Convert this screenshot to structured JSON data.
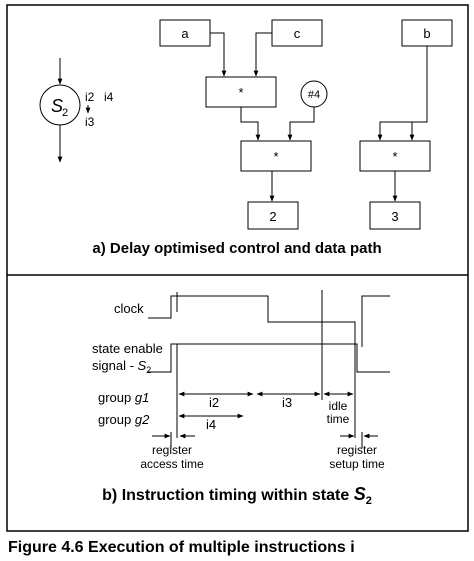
{
  "state_symbol": {
    "name": "S",
    "subscript": "2",
    "out_left": "i2",
    "out_right": "i4",
    "out_below": "i3"
  },
  "datapath": {
    "inputs": [
      "a",
      "c",
      "b"
    ],
    "constant": "#4",
    "operator": "*",
    "outputs": [
      "2",
      "3"
    ]
  },
  "caption_a": "a) Delay optimised control and data path",
  "timing": {
    "signals": {
      "clock": "clock",
      "state_enable_line1": "state enable",
      "state_enable_line2": "signal - ",
      "state_enable_sub": "S",
      "state_enable_sub_index": "2",
      "group1_word": "group ",
      "group1_name": "g1",
      "group2_word": "group ",
      "group2_name": "g2"
    },
    "intervals": {
      "i2": "i2",
      "i3": "i3",
      "i4": "i4",
      "idle_line1": "idle",
      "idle_line2": "time"
    },
    "labels": {
      "register_access_line1": "register",
      "register_access_line2": "access time",
      "register_setup_line1": "register",
      "register_setup_line2": "setup time"
    }
  },
  "caption_b": "b) Instruction timing within state ",
  "caption_b_symbol": "S",
  "caption_b_subscript": "2",
  "figure_caption_partial": "Figure 4.6 Execution of multiple instructions i"
}
